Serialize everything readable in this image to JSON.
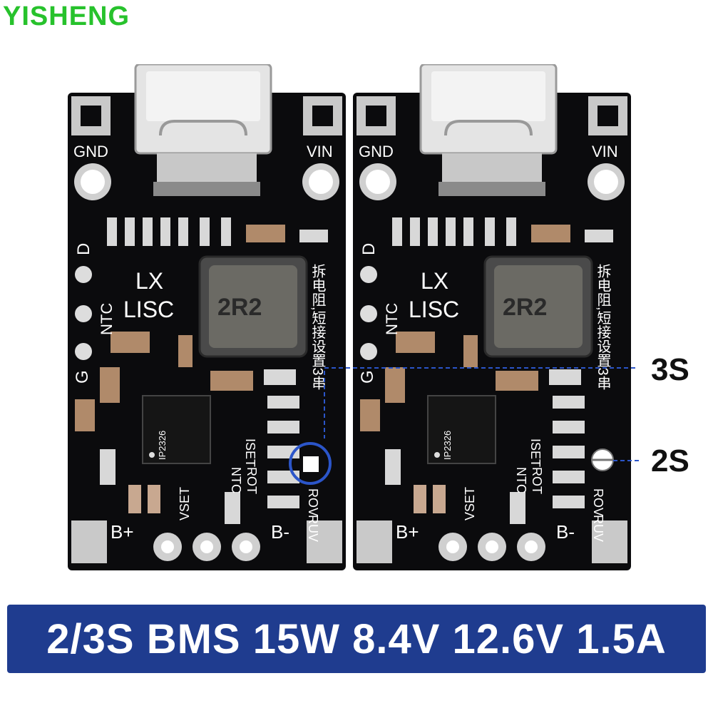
{
  "brand": "YISHENG",
  "banner": "2/3S BMS 15W 8.4V 12.6V 1.5A",
  "callouts": {
    "three_s": "3S",
    "two_s": "2S"
  },
  "board_labels": {
    "gnd": "GND",
    "vin": "VIN",
    "d": "D",
    "lx": "LX",
    "lisc": "LISC",
    "ntc_side": "NTC",
    "g": "G",
    "inductor": "2R2",
    "ic": "IP2326",
    "chinese": "拆电阻,短接设置3串",
    "iset": "ISET",
    "ntc": "NTC",
    "rot": "ROT",
    "rov": "ROV",
    "ruv": "RUV",
    "vset": "VSET",
    "b_plus": "B+",
    "b_minus": "B-"
  },
  "colors": {
    "pcb": "#0b0b0d",
    "pad": "#d8d8d8",
    "banner": "#1f3c8f",
    "brand": "#27c22c",
    "callout": "#2b55c9"
  }
}
